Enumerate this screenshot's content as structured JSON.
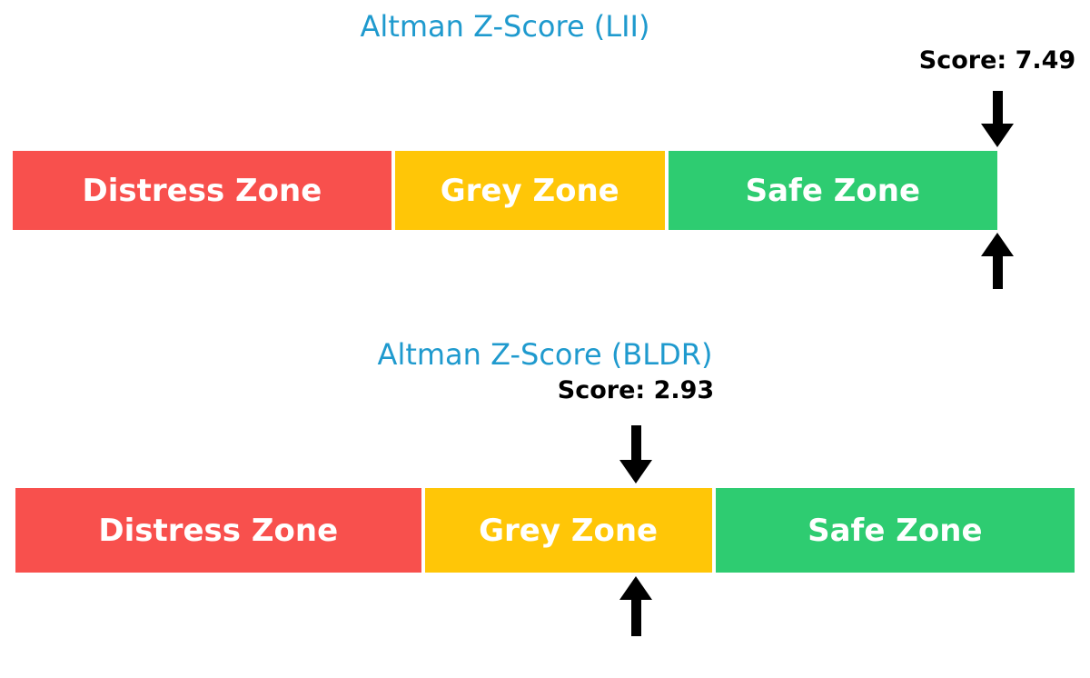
{
  "colors": {
    "title_text": "#1f9ace",
    "score_text": "#000000",
    "zone_label_text": "#ffffff",
    "arrow": "#000000",
    "distress_zone": "#f8504d",
    "grey_zone": "#ffc607",
    "safe_zone": "#2ecc71",
    "background": "#ffffff"
  },
  "charts": [
    {
      "title": "Altman Z-Score (LII)",
      "score_label": "Score: 7.49",
      "zones": [
        {
          "label": "Distress Zone"
        },
        {
          "label": "Grey Zone"
        },
        {
          "label": "Safe Zone"
        }
      ]
    },
    {
      "title": "Altman Z-Score (BLDR)",
      "score_label": "Score: 2.93",
      "zones": [
        {
          "label": "Distress Zone"
        },
        {
          "label": "Grey Zone"
        },
        {
          "label": "Safe Zone"
        }
      ]
    }
  ],
  "chart_data": [
    {
      "type": "bar",
      "title": "Altman Z-Score (LII)",
      "ticker": "LII",
      "score": 7.49,
      "xlim": [
        0,
        5
      ],
      "zones": [
        {
          "label": "Distress Zone",
          "range": [
            0,
            1.81
          ],
          "color": "#f8504d"
        },
        {
          "label": "Grey Zone",
          "range": [
            1.81,
            2.99
          ],
          "color": "#ffc607"
        },
        {
          "label": "Safe Zone",
          "range": [
            2.99,
            5.0
          ],
          "color": "#2ecc71"
        }
      ],
      "marker_x": 5.0,
      "annotations": [
        "Score: 7.49 with down/up arrows clamped at the right edge of the Safe Zone"
      ]
    },
    {
      "type": "bar",
      "title": "Altman Z-Score (BLDR)",
      "ticker": "BLDR",
      "score": 2.93,
      "xlim": [
        0,
        5
      ],
      "zones": [
        {
          "label": "Distress Zone",
          "range": [
            0,
            1.81
          ],
          "color": "#f8504d"
        },
        {
          "label": "Grey Zone",
          "range": [
            1.81,
            2.99
          ],
          "color": "#ffc607"
        },
        {
          "label": "Safe Zone",
          "range": [
            2.99,
            5.0
          ],
          "color": "#2ecc71"
        }
      ],
      "marker_x": 2.93,
      "annotations": [
        "Score: 2.93 with down/up arrows just left of the Grey/Safe boundary"
      ]
    }
  ]
}
